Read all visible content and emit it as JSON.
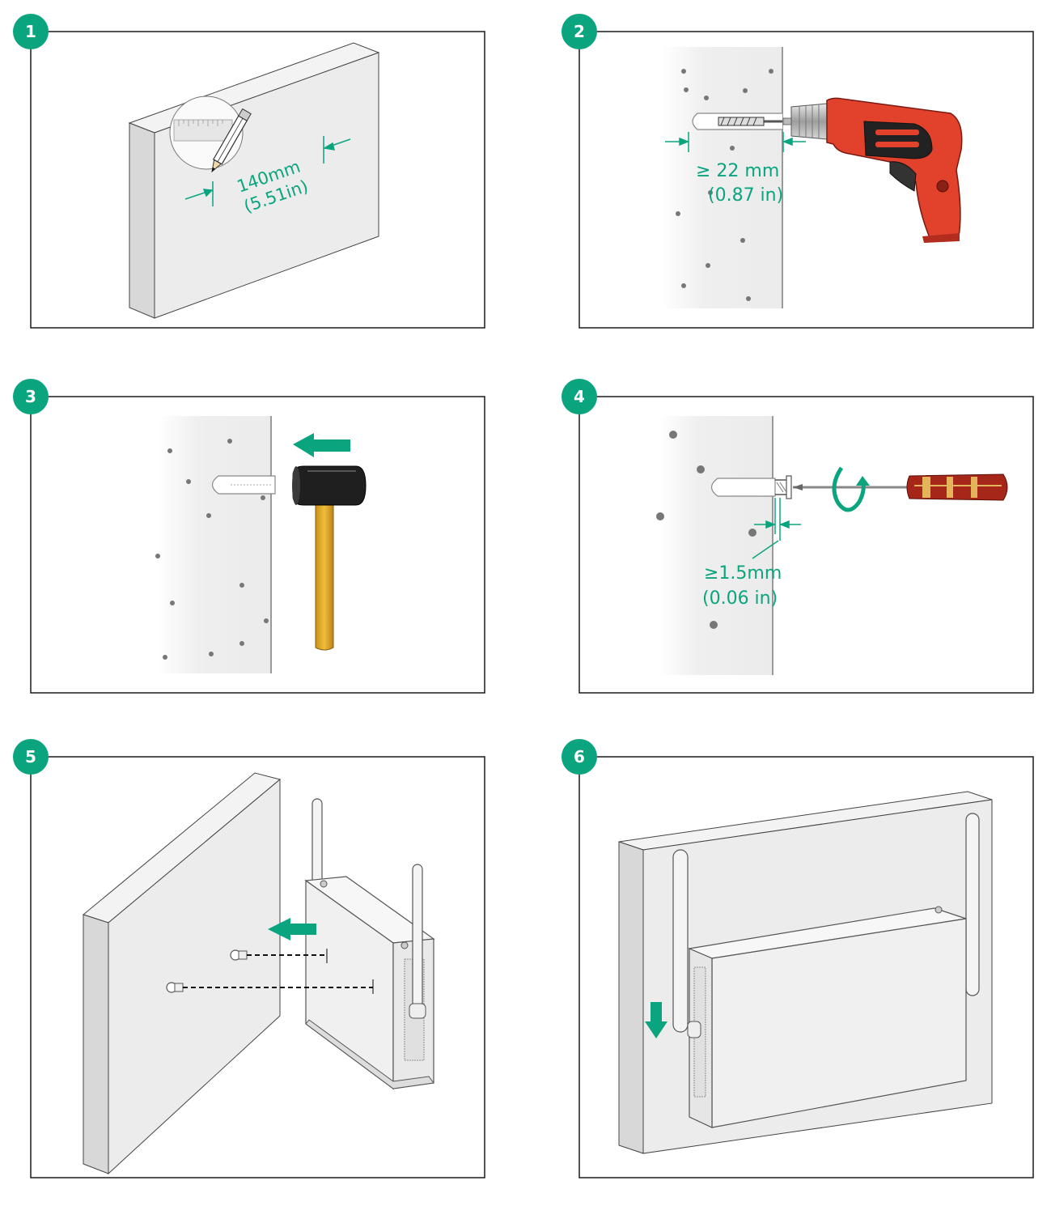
{
  "steps": [
    {
      "number": "1",
      "dimension_value": "140mm",
      "dimension_imperial": "(5.51in)"
    },
    {
      "number": "2",
      "dimension_value": "≥ 22 mm",
      "dimension_imperial": "(0.87 in)"
    },
    {
      "number": "3"
    },
    {
      "number": "4",
      "dimension_value": "≥1.5mm",
      "dimension_imperial": "(0.06 in)"
    },
    {
      "number": "5"
    },
    {
      "number": "6"
    }
  ],
  "colors": {
    "accent": "#0aa57f",
    "frame": "#1a1a1a",
    "drill_red": "#e2412c",
    "dot": "#777777"
  },
  "icons": [
    "pencil-icon",
    "ruler-icon",
    "drill-icon",
    "hammer-icon",
    "screwdriver-icon",
    "anchor-icon",
    "router-icon",
    "arrow-left-icon",
    "arrow-down-icon",
    "rotate-icon"
  ]
}
